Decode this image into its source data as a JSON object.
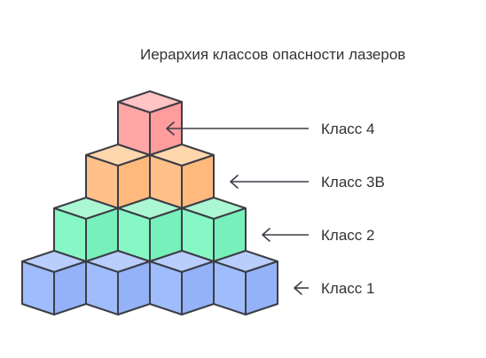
{
  "title": "Иерархия классов опасности лазеров",
  "levels": [
    {
      "label": "Класс 4",
      "cubes": 1,
      "color_top": "#ffc4c4",
      "color_left": "#ffa6a6",
      "color_right": "#ff9c9c"
    },
    {
      "label": "Класс 3B",
      "cubes": 2,
      "color_top": "#ffd7ad",
      "color_left": "#ffc08a",
      "color_right": "#ffb97c"
    },
    {
      "label": "Класс 2",
      "cubes": 3,
      "color_top": "#abf7d4",
      "color_left": "#87f7c6",
      "color_right": "#78f0bb"
    },
    {
      "label": "Класс 1",
      "cubes": 4,
      "color_top": "#b9cefd",
      "color_left": "#9fbcfb",
      "color_right": "#93b2f8"
    }
  ]
}
